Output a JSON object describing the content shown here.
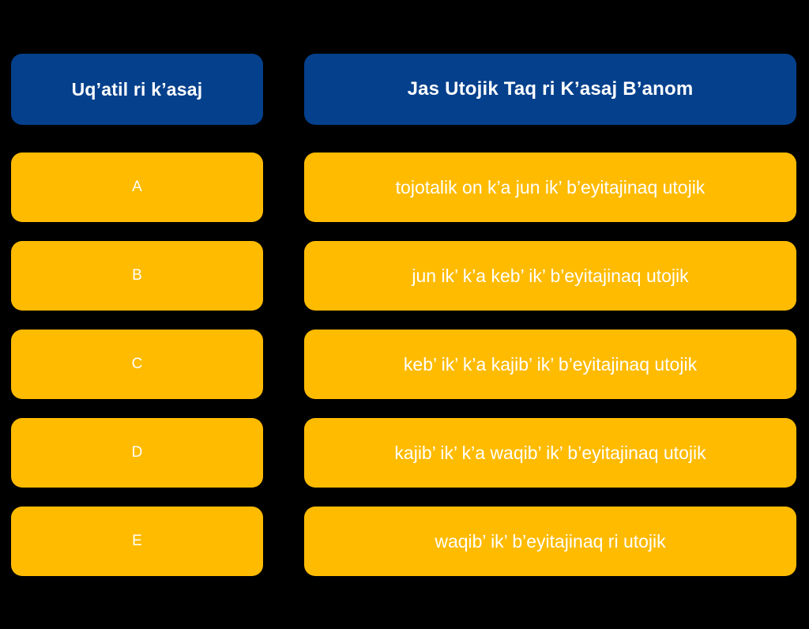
{
  "colors": {
    "background": "#000000",
    "header_blue": "#04408C",
    "cell_yellow": "#FFBB00",
    "text_white": "#FFFFFF"
  },
  "left_column": {
    "header": "Uq’atil ri k’asaj",
    "items": [
      {
        "label": "A"
      },
      {
        "label": "B"
      },
      {
        "label": "C"
      },
      {
        "label": "D"
      },
      {
        "label": "E"
      }
    ]
  },
  "right_column": {
    "header": "Jas Utojik Taq ri K’asaj B’anom",
    "items": [
      {
        "label": "tojotalik on k’a jun ik’ b’eyitajinaq utojik"
      },
      {
        "label": "jun ik’ k’a keb’ ik’ b’eyitajinaq utojik"
      },
      {
        "label": "keb’ ik’ k’a kajib’ ik’ b’eyitajinaq utojik"
      },
      {
        "label": "kajib’ ik’ k’a waqib’ ik’ b’eyitajinaq utojik"
      },
      {
        "label": "waqib’ ik’ b’eyitajinaq ri utojik"
      }
    ]
  }
}
